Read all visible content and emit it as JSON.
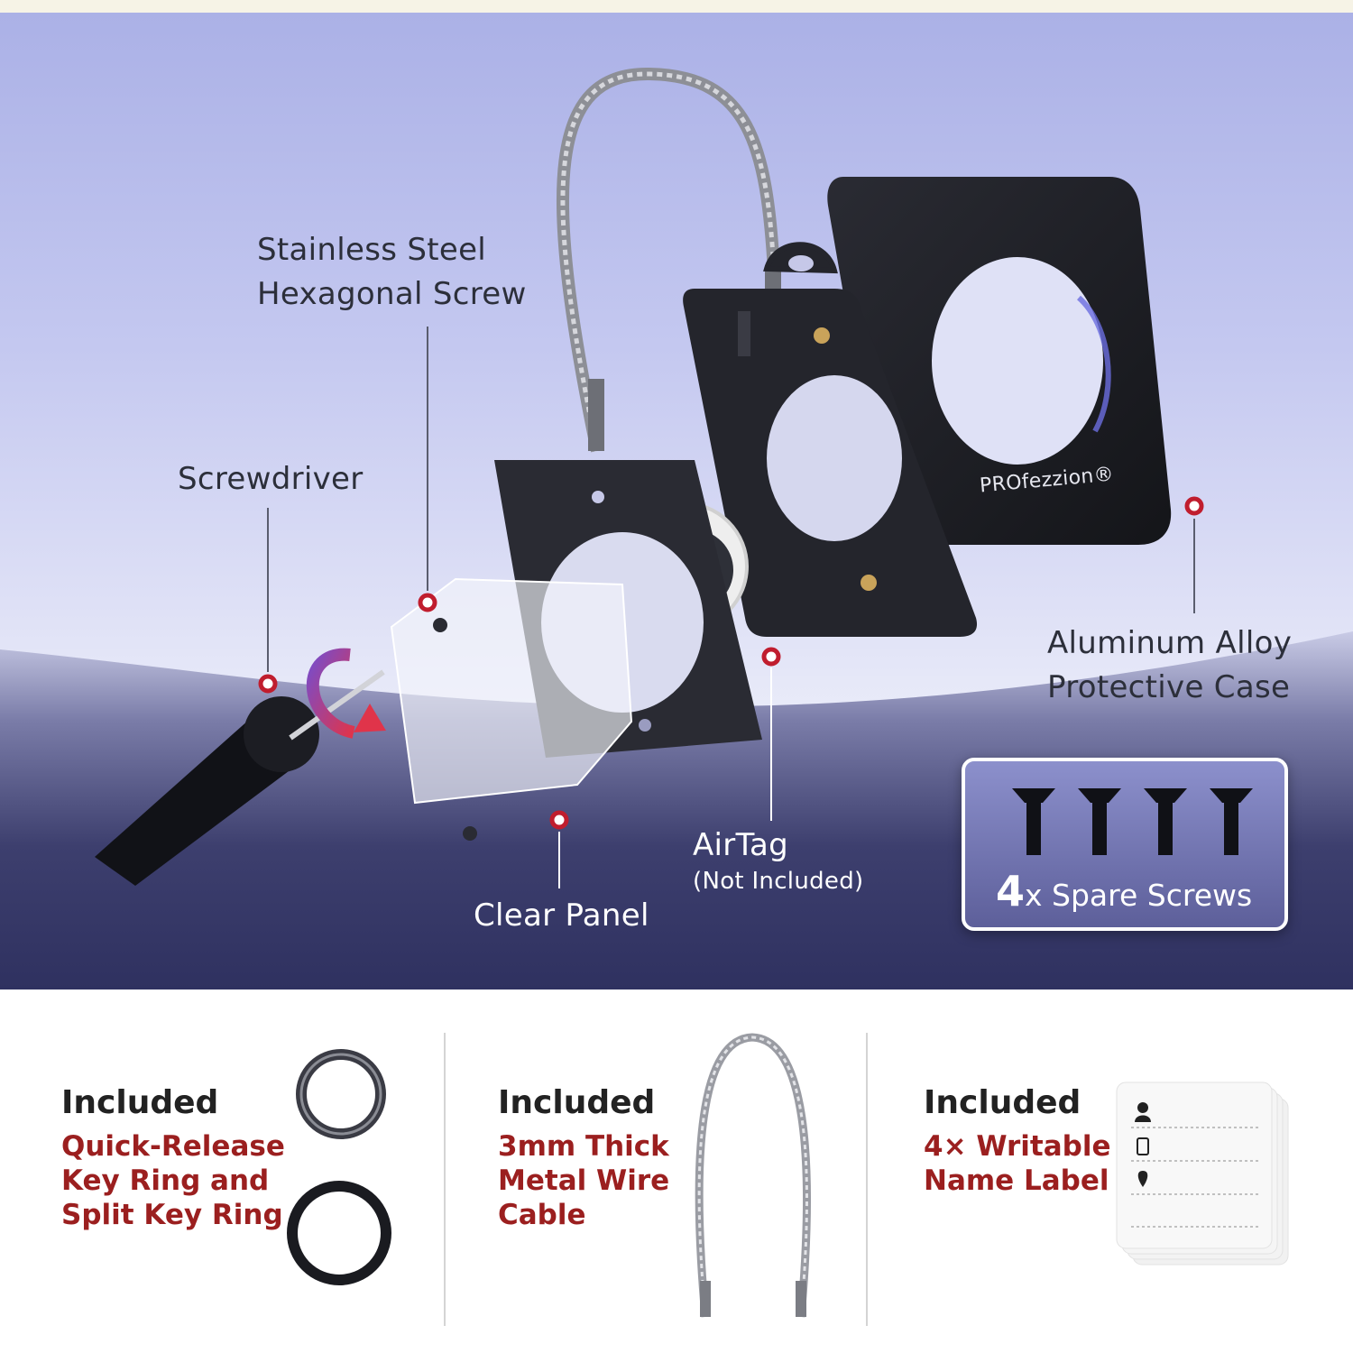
{
  "colors": {
    "accent_red": "#9b1f1f",
    "marker_red": "#c01d2e",
    "text_dark": "#2c2f3a",
    "case_black": "#1b1c22"
  },
  "callouts": {
    "screw_line1": "Stainless Steel",
    "screw_line2": "Hexagonal Screw",
    "screwdriver": "Screwdriver",
    "case_line1": "Aluminum Alloy",
    "case_line2": "Protective Case",
    "airtag": "AirTag",
    "airtag_note": "(Not Included)",
    "clear_panel": "Clear Panel"
  },
  "brand": {
    "logo": "PROfezzion®"
  },
  "spare": {
    "count": "4",
    "text": "x Spare Screws"
  },
  "included": [
    {
      "title": "Included",
      "desc": "Quick-Release\nKey Ring and\nSplit Key Ring"
    },
    {
      "title": "Included",
      "desc": "3mm Thick\nMetal Wire\nCable"
    },
    {
      "title": "Included",
      "desc": "4× Writable\nName Label"
    }
  ]
}
